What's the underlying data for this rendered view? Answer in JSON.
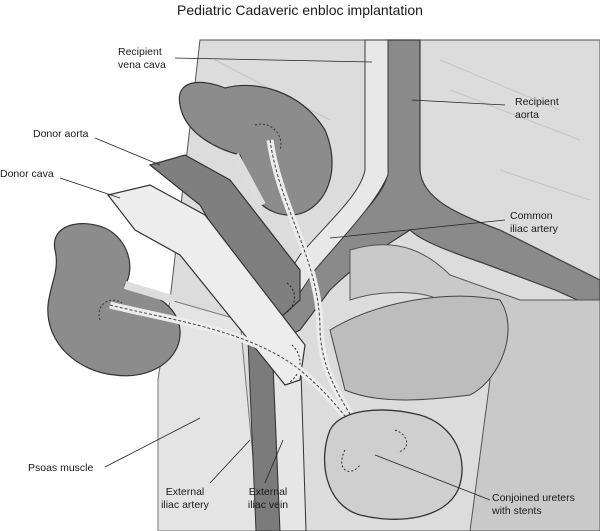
{
  "title": "Pediatric Cadaveric enbloc implantation",
  "labels": {
    "recipient_vena_cava": "Recipient\nvena cava",
    "recipient_aorta": "Recipient\naorta",
    "donor_aorta": "Donor aorta",
    "donor_cava": "Donor cava",
    "common_iliac_artery": "Common\niliac artery",
    "psoas_muscle": "Psoas muscle",
    "external_iliac_artery": "External\niliac artery",
    "external_iliac_vein": "External\niliac vein",
    "conjoined_ureters": "Conjoined ureters\nwith stents"
  },
  "colors": {
    "background_tissue": "#d9d9d9",
    "kidney": "#8f8f8f",
    "vessel_dark": "#6e6e6e",
    "vessel_light": "#e6e6e6",
    "outline": "#3a3a3a"
  }
}
